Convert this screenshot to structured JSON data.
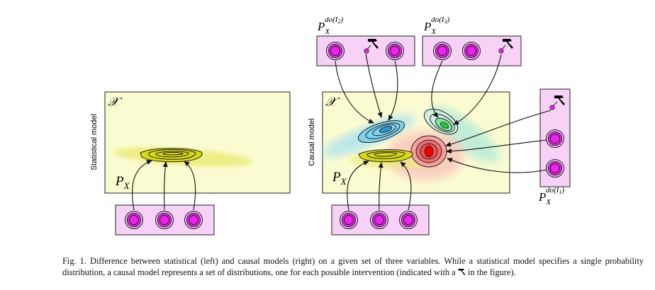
{
  "diagram": {
    "left_panel": {
      "space_symbol": "𝒳",
      "side_label": "Statistical model",
      "dist_label": "P",
      "dist_subscript": "X"
    },
    "right_panel": {
      "space_symbol": "𝒳",
      "side_label": "Causal model",
      "dist_label": "P",
      "dist_subscript": "X"
    },
    "interventions": [
      {
        "base": "P",
        "sub": "X",
        "sup": "do(I",
        "sup_index": "2",
        "sup_close": ")"
      },
      {
        "base": "P",
        "sub": "X",
        "sup": "do(I",
        "sup_index": "3",
        "sup_close": ")"
      },
      {
        "base": "P",
        "sub": "X",
        "sup": "do(I",
        "sup_index": "1",
        "sup_close": ")"
      }
    ],
    "colors": {
      "panel_fill": "#fbfbd2",
      "box_fill": "#f6d2f6",
      "node_fill": "#ee22ee",
      "yellow": "#e8e860",
      "blue": "#7fd3ee",
      "green": "#9ee6c8",
      "red": "#ee3333"
    }
  },
  "caption": {
    "prefix": "Fig. 1.  Difference between statistical (left) and causal models (right) on a given set of three variables. While a statistical model specifies a single probability distribution, a causal model represents a set of distributions, one for each possible intervention (indicated with a",
    "suffix": "in the figure)."
  }
}
